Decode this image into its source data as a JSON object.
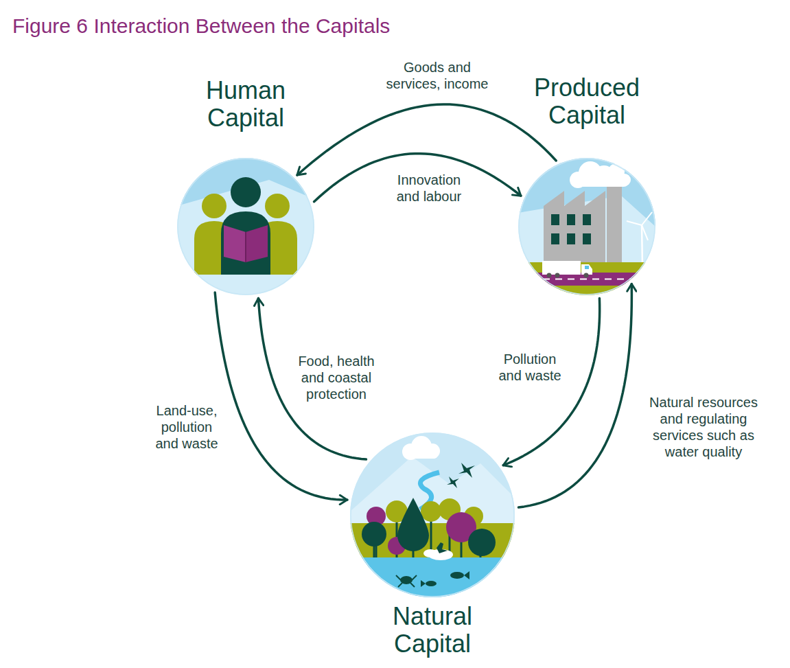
{
  "diagram": {
    "title": "Figure 6 Interaction Between the Capitals",
    "nodes": [
      {
        "text": [
          "Human Capital"
        ]
      },
      {
        "text": [
          "Produced Capital"
        ]
      },
      {
        "text": [
          "Natural Capital"
        ]
      }
    ],
    "edges": [
      {
        "from": 1,
        "to": 0,
        "label": "Goods and services, income",
        "arrow": "to"
      },
      {
        "from": 0,
        "to": 1,
        "label": "Innovation and labour",
        "arrow": "to"
      },
      {
        "from": 0,
        "to": 2,
        "label": "Land-use, pollution and waste",
        "arrow": "to"
      },
      {
        "from": 2,
        "to": 0,
        "label": "Food, health and coastal protection",
        "arrow": "to"
      },
      {
        "from": 1,
        "to": 2,
        "label": "Pollution and waste",
        "arrow": "to"
      },
      {
        "from": 2,
        "to": 1,
        "label": "Natural resources and regulating services such as water quality",
        "arrow": "to"
      }
    ]
  }
}
